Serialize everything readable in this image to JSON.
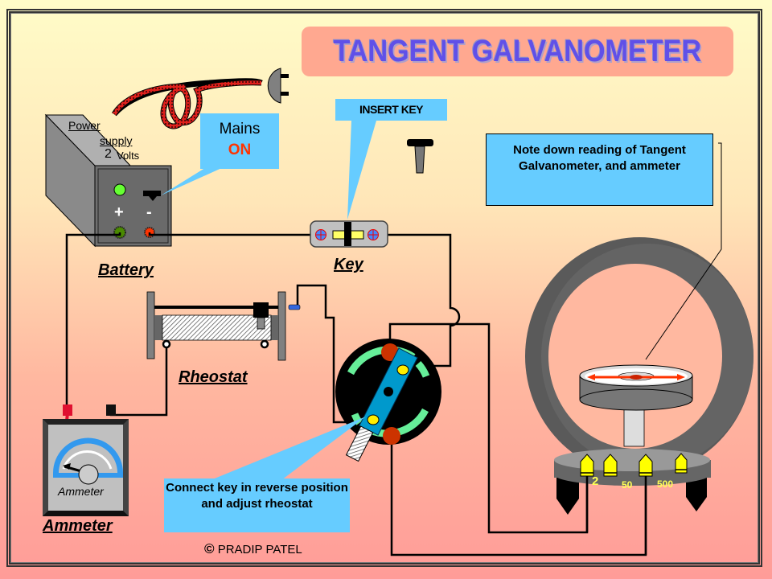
{
  "title": "TANGENT GALVANOMETER",
  "power_supply": {
    "label_line1": "Power",
    "label_line2": "supply",
    "voltage_value": "2",
    "voltage_unit": "Volts",
    "plus_symbol": "+",
    "minus_symbol": "-",
    "caption": "Battery"
  },
  "callouts": {
    "mains_line1": "Mains",
    "mains_line2": "ON",
    "insert_key": "INSERT KEY",
    "note": "Note down reading of Tangent Galvanometer, and ammeter",
    "connect": "Connect key in reverse position and adjust rheostat"
  },
  "labels": {
    "key": "Key",
    "rheostat": "Rheostat",
    "ammeter": "Ammeter",
    "ammeter_face": "Ammeter"
  },
  "galvanometer": {
    "terminals": [
      "2",
      "50",
      "500"
    ]
  },
  "copyright": {
    "symbol": "©",
    "author": "PRADIP PATEL"
  },
  "colors": {
    "title_text": "#6050e8",
    "title_box": "#ffa890",
    "callout_bg": "#66ccff",
    "mains_on": "#ff3300",
    "wire": "#000000",
    "cord": "#e0201c"
  }
}
